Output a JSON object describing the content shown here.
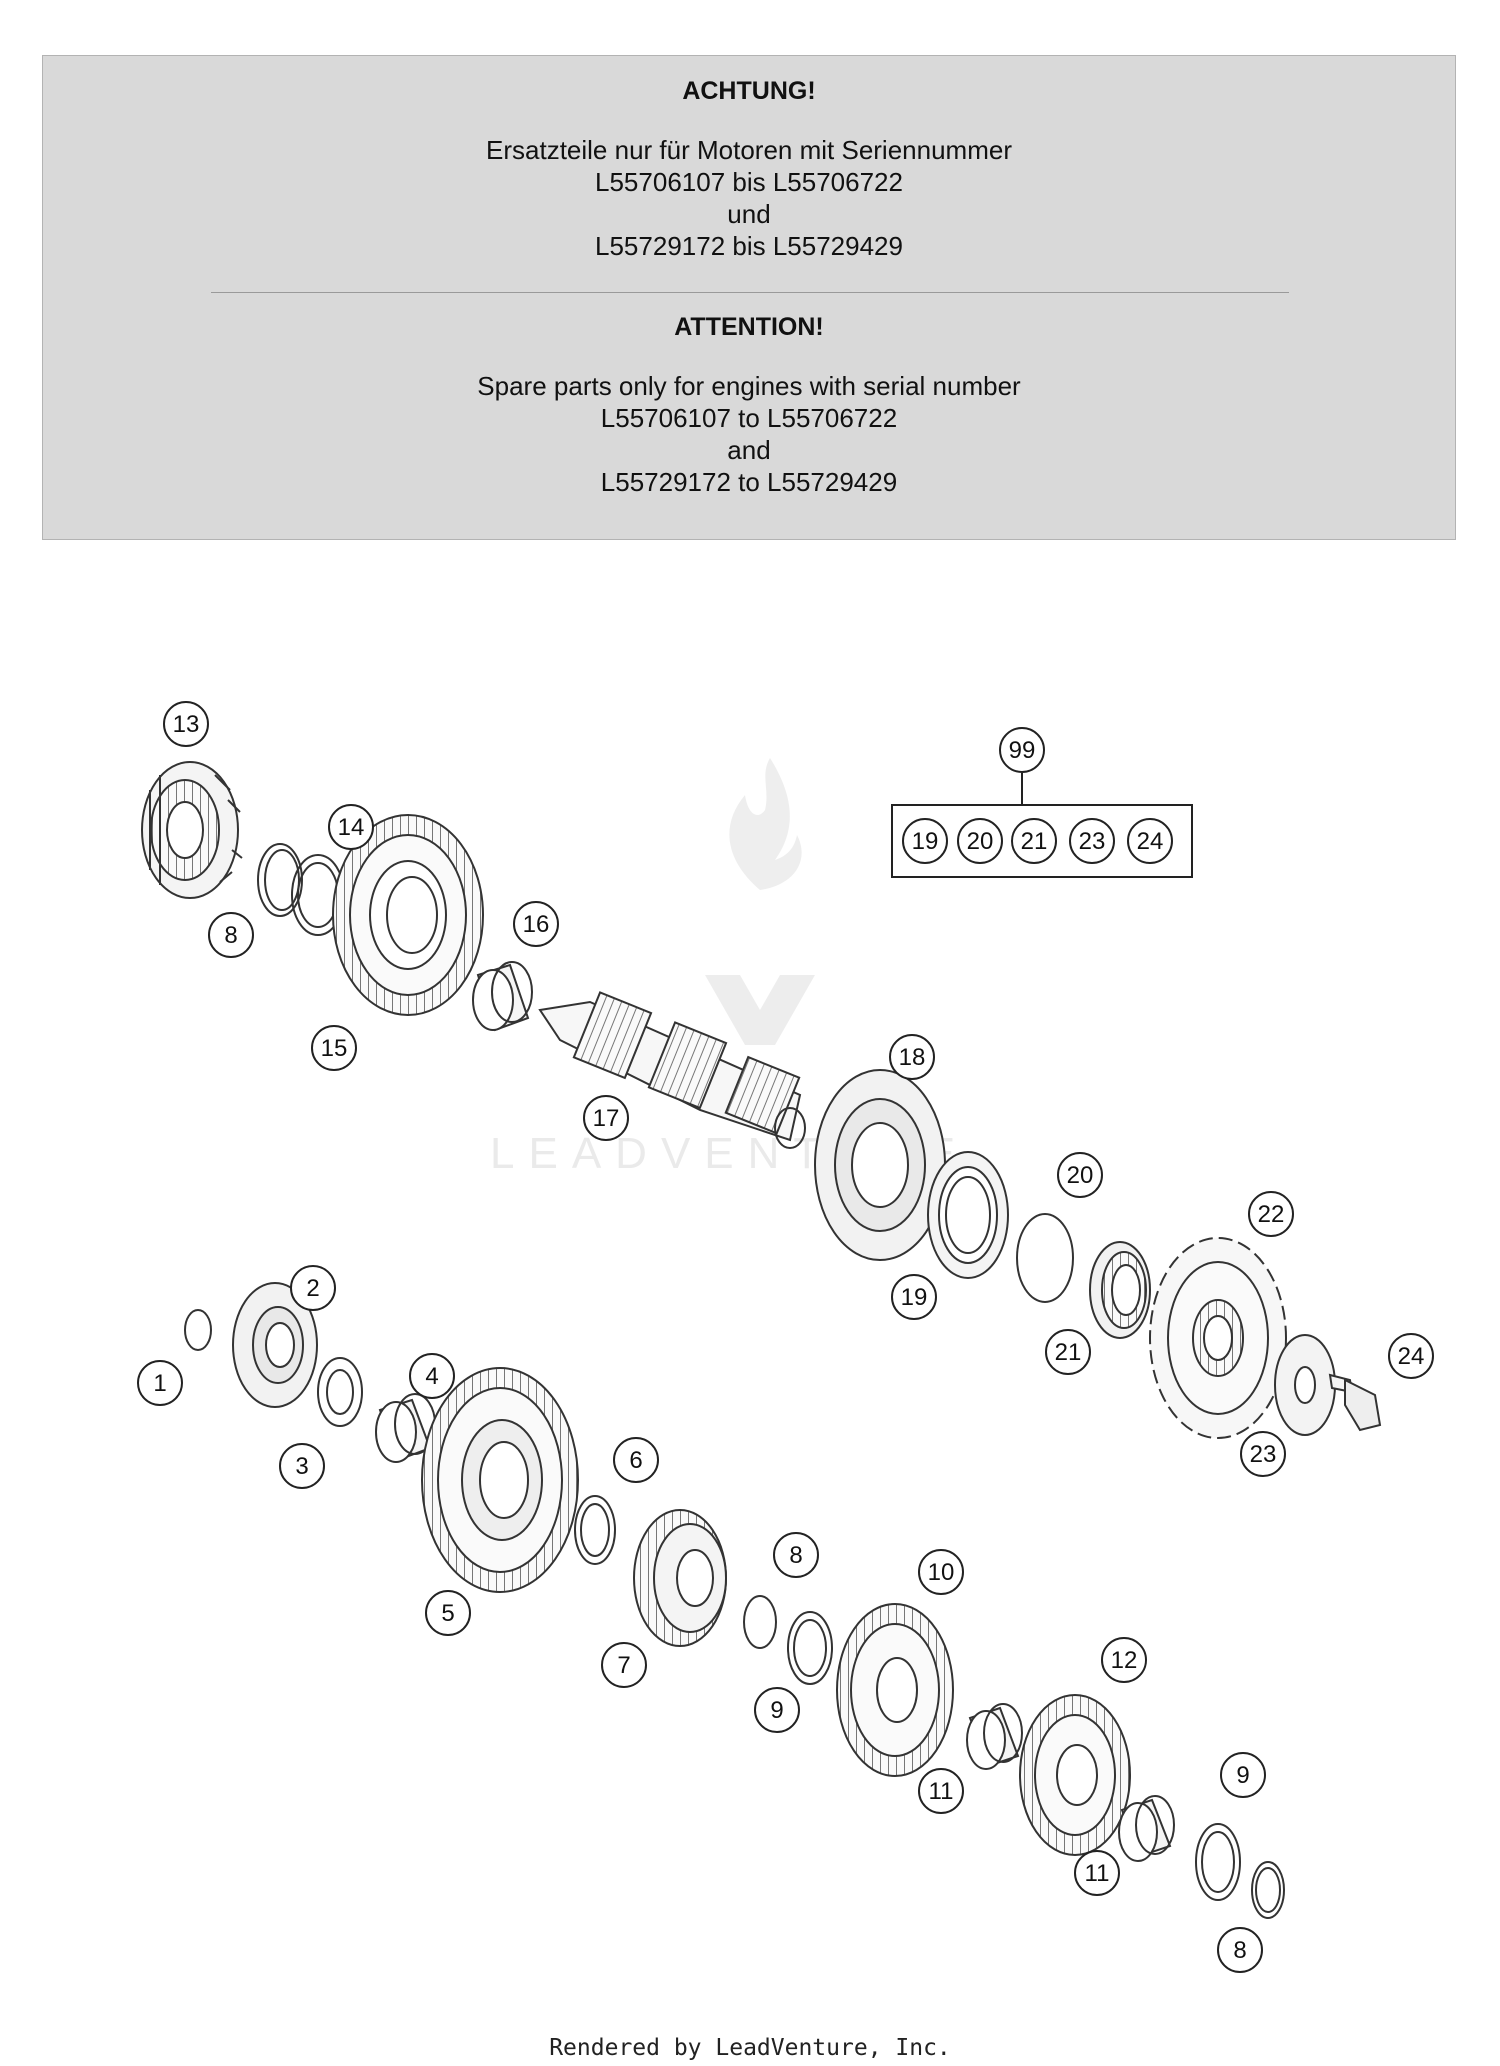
{
  "notice": {
    "de_title": "ACHTUNG!",
    "de_line1": "Ersatzteile nur für Motoren mit Seriennummer",
    "de_line2": "L55706107 bis L55706722",
    "de_line3": "und",
    "de_line4": "L55729172 bis L55729429",
    "en_title": "ATTENTION!",
    "en_line1": "Spare parts only for engines with serial number",
    "en_line2": "L55706107 to L55706722",
    "en_line3": "and",
    "en_line4": "L55729172 to L55729429"
  },
  "kit": {
    "number": "99",
    "items": [
      "19",
      "20",
      "21",
      "23",
      "24"
    ]
  },
  "callouts": [
    "1",
    "2",
    "3",
    "4",
    "5",
    "6",
    "7",
    "8",
    "8",
    "8",
    "9",
    "9",
    "10",
    "11",
    "11",
    "12",
    "13",
    "14",
    "15",
    "16",
    "17",
    "18",
    "19",
    "20",
    "21",
    "22",
    "23",
    "24"
  ],
  "watermark": "LEADVENTURE",
  "footer": "Rendered by LeadVenture, Inc."
}
